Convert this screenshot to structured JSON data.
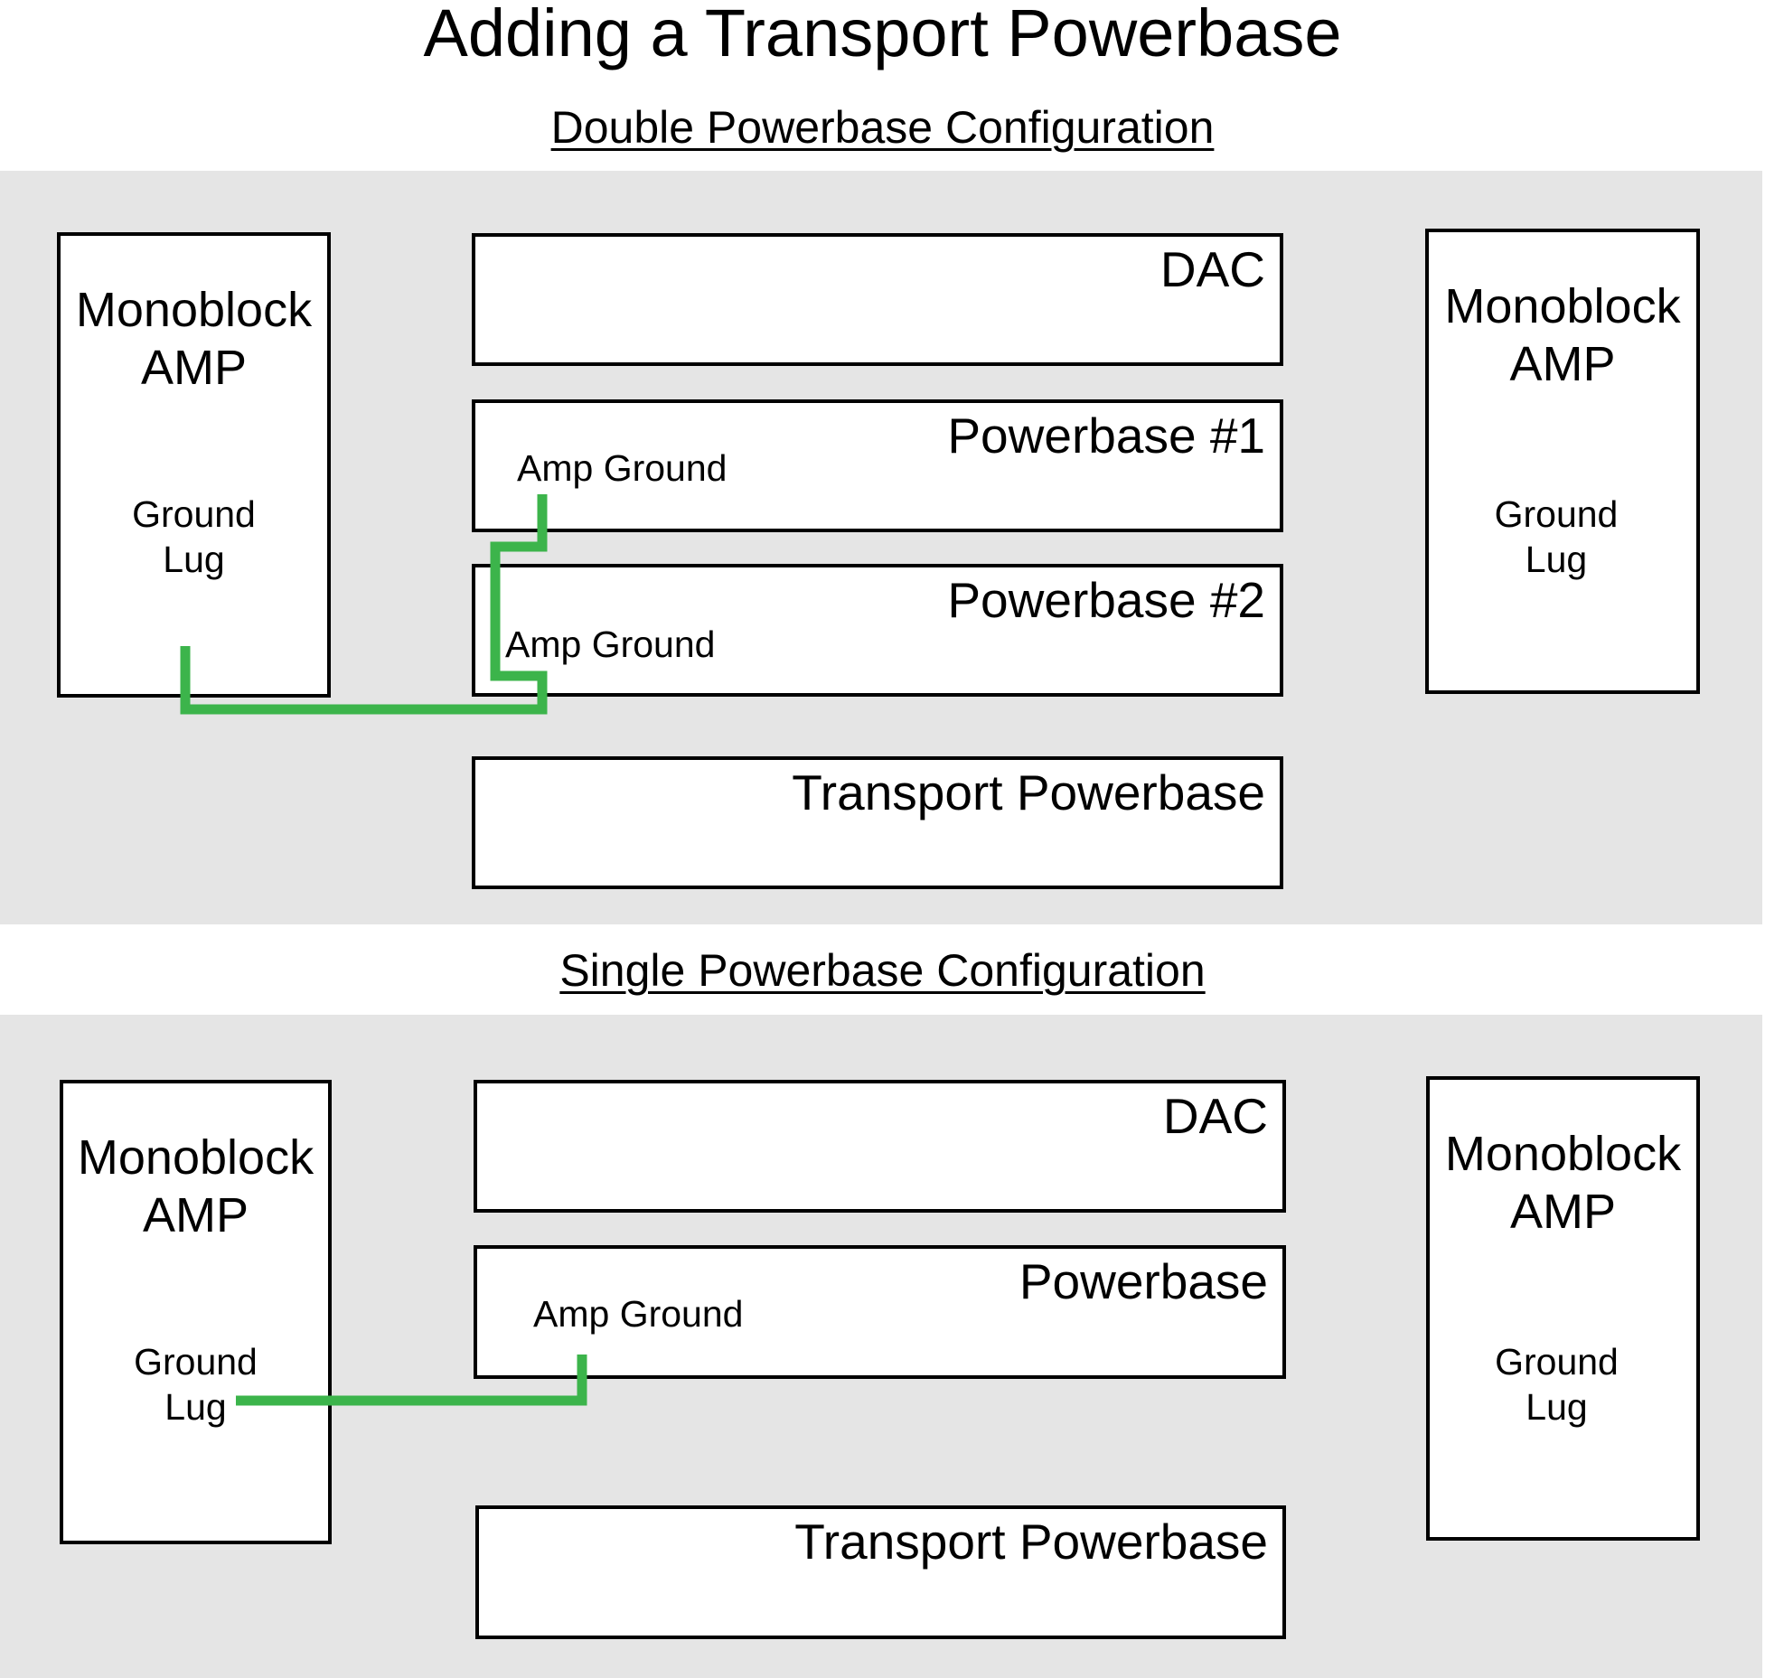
{
  "title": "Adding a Transport Powerbase",
  "colors": {
    "panel_background": "#e5e5e5",
    "ground_wire": "#3cb44b",
    "box_border": "#000000"
  },
  "double_config": {
    "heading": "Double Powerbase Configuration",
    "left_amp": {
      "name_line1": "Monoblock",
      "name_line2": "AMP",
      "lug_line1": "Ground",
      "lug_line2": "Lug"
    },
    "right_amp": {
      "name_line1": "Monoblock",
      "name_line2": "AMP",
      "lug_line1": "Ground",
      "lug_line2": "Lug"
    },
    "dac": {
      "label": "DAC"
    },
    "powerbase_1": {
      "label": "Powerbase #1",
      "amp_ground_label": "Amp Ground"
    },
    "powerbase_2": {
      "label": "Powerbase #2",
      "amp_ground_label": "Amp Ground"
    },
    "transport_powerbase": {
      "label": "Transport Powerbase"
    },
    "wiring": "Left amp Ground Lug connects to Amp Ground of Powerbase #2, which is daisy-chained to Amp Ground of Powerbase #1"
  },
  "single_config": {
    "heading": "Single Powerbase Configuration",
    "left_amp": {
      "name_line1": "Monoblock",
      "name_line2": "AMP",
      "lug_line1": "Ground",
      "lug_line2": "Lug"
    },
    "right_amp": {
      "name_line1": "Monoblock",
      "name_line2": "AMP",
      "lug_line1": "Ground",
      "lug_line2": "Lug"
    },
    "dac": {
      "label": "DAC"
    },
    "powerbase": {
      "label": "Powerbase",
      "amp_ground_label": "Amp Ground"
    },
    "transport_powerbase": {
      "label": "Transport Powerbase"
    },
    "wiring": "Left amp Ground Lug connects to Amp Ground of Powerbase"
  }
}
